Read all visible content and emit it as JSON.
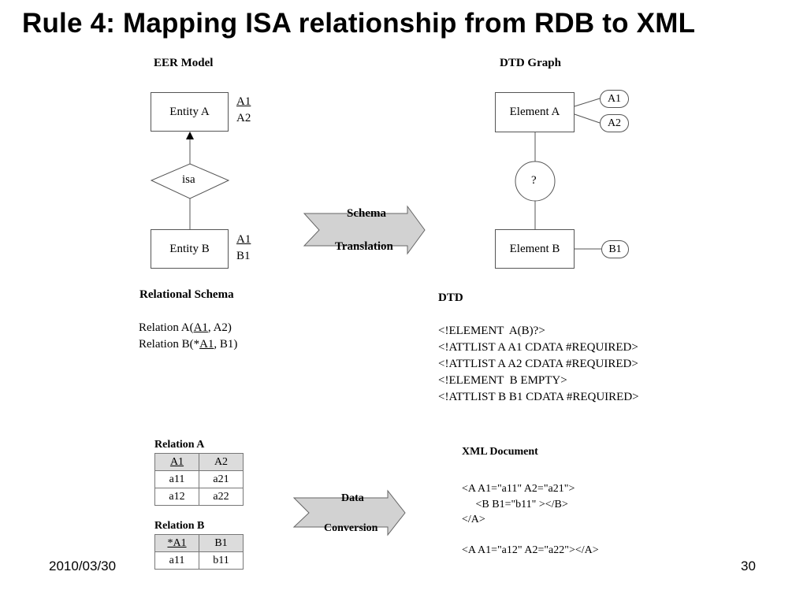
{
  "title": "Rule 4: Mapping ISA relationship from RDB to XML",
  "eer": {
    "heading": "EER Model",
    "entity_a": "Entity A",
    "entity_a_key": "A1",
    "entity_a_attr": "A2",
    "isa": "isa",
    "entity_b": "Entity B",
    "entity_b_key": "A1",
    "entity_b_attr": "B1"
  },
  "dtd_graph": {
    "heading": "DTD Graph",
    "element_a": "Element A",
    "attr_a1": "A1",
    "attr_a2": "A2",
    "occurrence": "?",
    "element_b": "Element B",
    "attr_b1": "B1"
  },
  "schema_arrow": {
    "line1": "Schema",
    "line2": "Translation"
  },
  "relational_schema": {
    "heading": "Relational Schema",
    "relation_a_prefix": "Relation A(",
    "relation_a_key": "A1",
    "relation_a_suffix": ", A2)",
    "relation_b_prefix": "Relation B(*",
    "relation_b_key": "A1",
    "relation_b_suffix": ", B1)"
  },
  "dtd": {
    "heading": "DTD",
    "lines": [
      "<!ELEMENT  A(B)?>",
      "<!ATTLIST A A1 CDATA #REQUIRED>",
      "<!ATTLIST A A2 CDATA #REQUIRED>",
      "<!ELEMENT  B EMPTY>",
      "<!ATTLIST B B1 CDATA #REQUIRED>"
    ]
  },
  "relation_a_table": {
    "caption": "Relation A",
    "headers": [
      "A1",
      "A2"
    ],
    "rows": [
      [
        "a11",
        "a21"
      ],
      [
        "a12",
        "a22"
      ]
    ]
  },
  "relation_b_table": {
    "caption": "Relation B",
    "headers": [
      "*A1",
      "B1"
    ],
    "rows": [
      [
        "a11",
        "b11"
      ]
    ]
  },
  "data_arrow": {
    "line1": "Data",
    "line2": "Conversion"
  },
  "xml": {
    "heading": "XML Document",
    "lines": [
      "<A A1=\"a11\" A2=\"a21\">",
      "     <B B1=\"b11\" ></B>",
      "</A>",
      "",
      "<A A1=\"a12\" A2=\"a22\"></A>"
    ]
  },
  "footer": {
    "date": "2010/03/30",
    "page": "30"
  }
}
